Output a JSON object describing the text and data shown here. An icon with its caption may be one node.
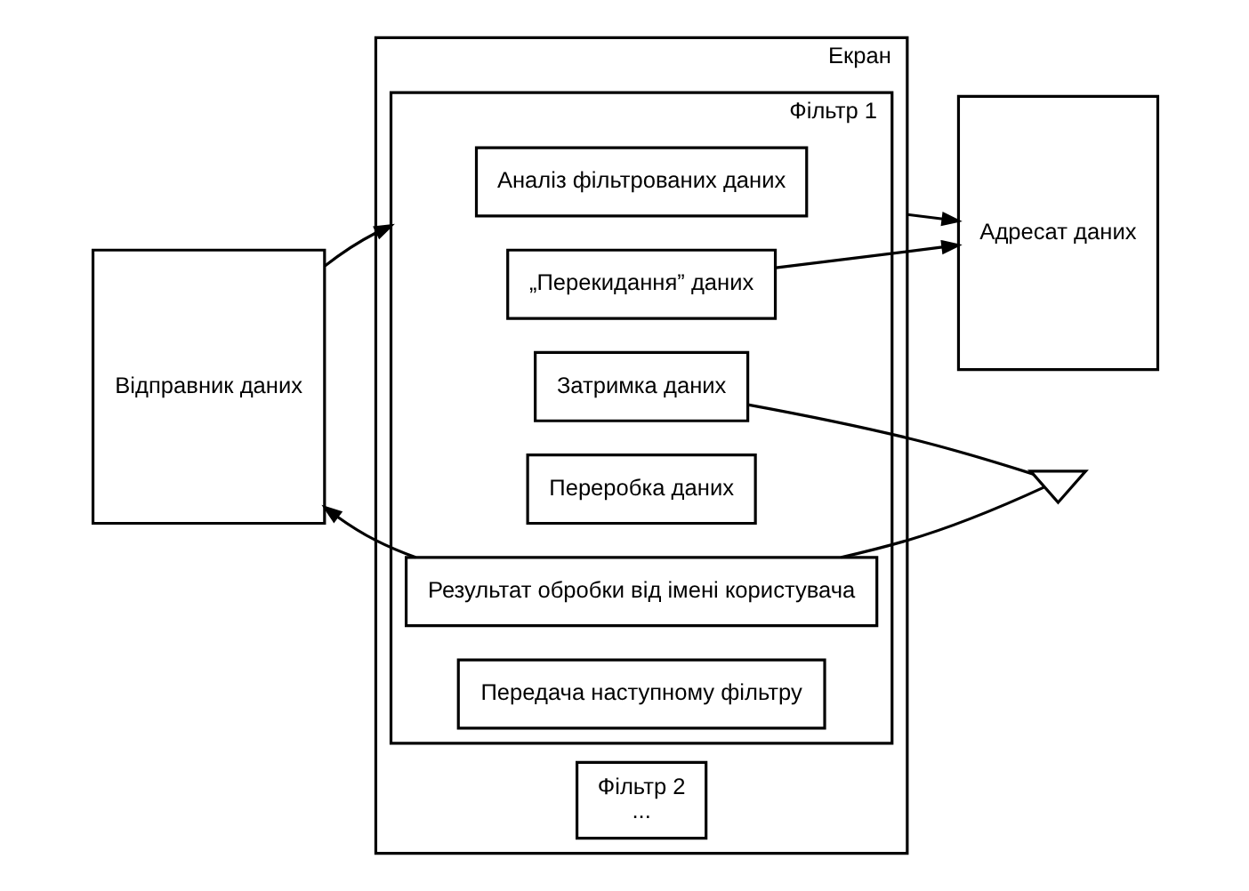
{
  "diagram": {
    "nodes": [
      {
        "text": [
          "Відправник даних"
        ]
      },
      {
        "text": [
          "Екран"
        ]
      },
      {
        "text": [
          "Фільтр 1"
        ],
        "in": 1
      },
      {
        "text": [
          "Аналіз фільтрованих даних"
        ],
        "in": 2
      },
      {
        "text": [
          "Результат обробки від імені користувача"
        ],
        "in": 2
      },
      {
        "text": [
          "Затримка даних"
        ],
        "in": 2
      },
      {
        "text": [
          "Переробка даних"
        ],
        "in": 2
      },
      {
        "text": [
          "„Перекидання” даних"
        ],
        "in": 2
      },
      {
        "text": [
          "Передача наступному фільтру"
        ],
        "in": 2
      },
      {
        "text": [
          "Фільтр 2",
          "..."
        ],
        "in": 1
      },
      {
        "text": [
          "Адресат даних"
        ]
      },
      {
        "text": [],
        "shape": "ground"
      }
    ],
    "edges": [
      {
        "from": 0,
        "to": 2,
        "arrow": "to"
      },
      {
        "from": 1,
        "to": 10,
        "arrow": "to"
      },
      {
        "from": 4,
        "to": 0,
        "arrow": "to"
      },
      {
        "from": 4,
        "to": 11,
        "arrow": "none"
      },
      {
        "from": 5,
        "to": 11,
        "arrow": "none"
      },
      {
        "from": 7,
        "to": 10,
        "arrow": "to"
      }
    ]
  }
}
